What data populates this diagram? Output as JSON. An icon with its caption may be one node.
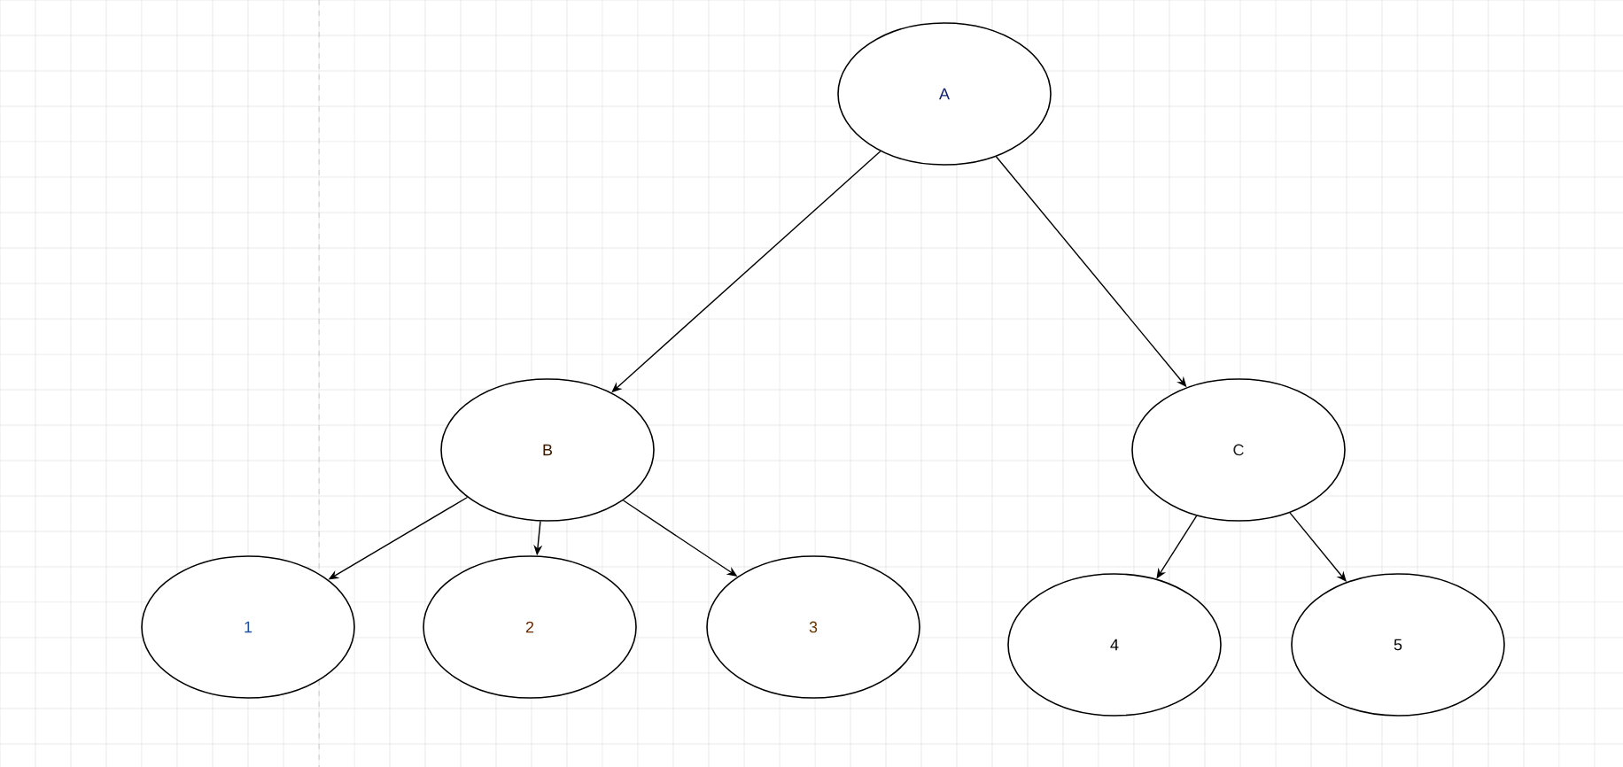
{
  "diagram": {
    "nodes": [
      {
        "text": [
          "A"
        ]
      },
      {
        "text": [
          "B"
        ]
      },
      {
        "text": [
          "C"
        ]
      },
      {
        "text": [
          "1"
        ]
      },
      {
        "text": [
          "2"
        ]
      },
      {
        "text": [
          "3"
        ]
      },
      {
        "text": [
          "4"
        ]
      },
      {
        "text": [
          "5"
        ]
      }
    ],
    "edges": [
      {
        "from": 0,
        "to": 1,
        "arrow": "to"
      },
      {
        "from": 0,
        "to": 2,
        "arrow": "to"
      },
      {
        "from": 1,
        "to": 3,
        "arrow": "to"
      },
      {
        "from": 1,
        "to": 4,
        "arrow": "to"
      },
      {
        "from": 1,
        "to": 5,
        "arrow": "to"
      },
      {
        "from": 2,
        "to": 6,
        "arrow": "to"
      },
      {
        "from": 2,
        "to": 7,
        "arrow": "to"
      }
    ]
  }
}
